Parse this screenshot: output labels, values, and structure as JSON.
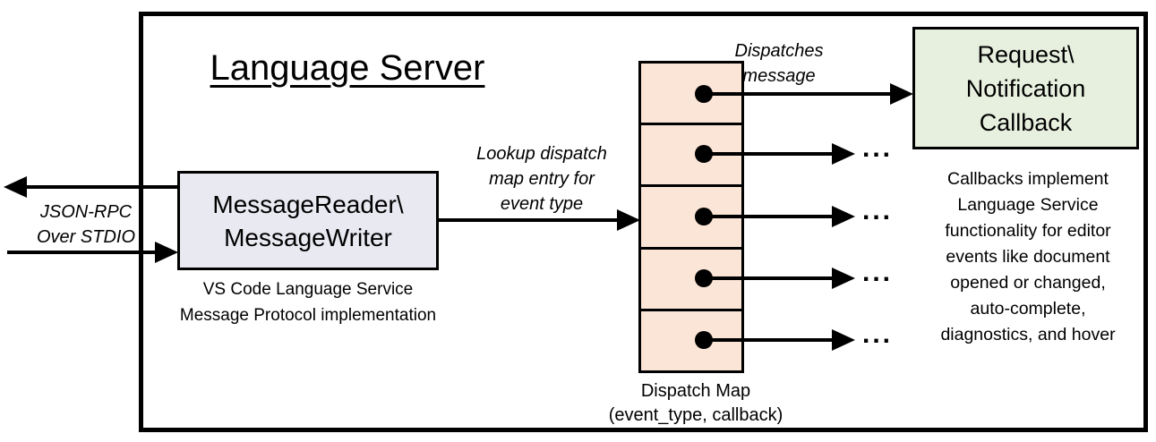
{
  "diagram": {
    "title": "Language Server",
    "message_box": {
      "line1": "MessageReader\\",
      "line2": "MessageWriter",
      "caption_line1": "VS Code Language Service",
      "caption_line2": "Message Protocol implementation"
    },
    "stdio_label": {
      "line1": "JSON-RPC",
      "line2": "Over STDIO"
    },
    "lookup_label": {
      "line1": "Lookup dispatch",
      "line2": "map entry for",
      "line3": "event type"
    },
    "dispatches_label": {
      "line1": "Dispatches",
      "line2": "message"
    },
    "dispatch_map": {
      "cell_count": 5,
      "caption_line1": "Dispatch Map",
      "caption_line2": "(event_type, callback)"
    },
    "callback_box": {
      "line1": "Request\\",
      "line2": "Notification",
      "line3": "Callback"
    },
    "callbacks_note": {
      "lines": [
        "Callbacks implement",
        "Language Service",
        "functionality for editor",
        "events like document",
        "opened or changed,",
        "auto-complete,",
        "diagnostics, and hover"
      ]
    },
    "ellipsis": "...",
    "colors": {
      "message_box_fill": "#E9E9F2",
      "dispatch_map_fill": "#FBE5D6",
      "callback_box_fill": "#E7F0DF",
      "line_color": "#000000",
      "background": "#FFFFFF"
    }
  }
}
